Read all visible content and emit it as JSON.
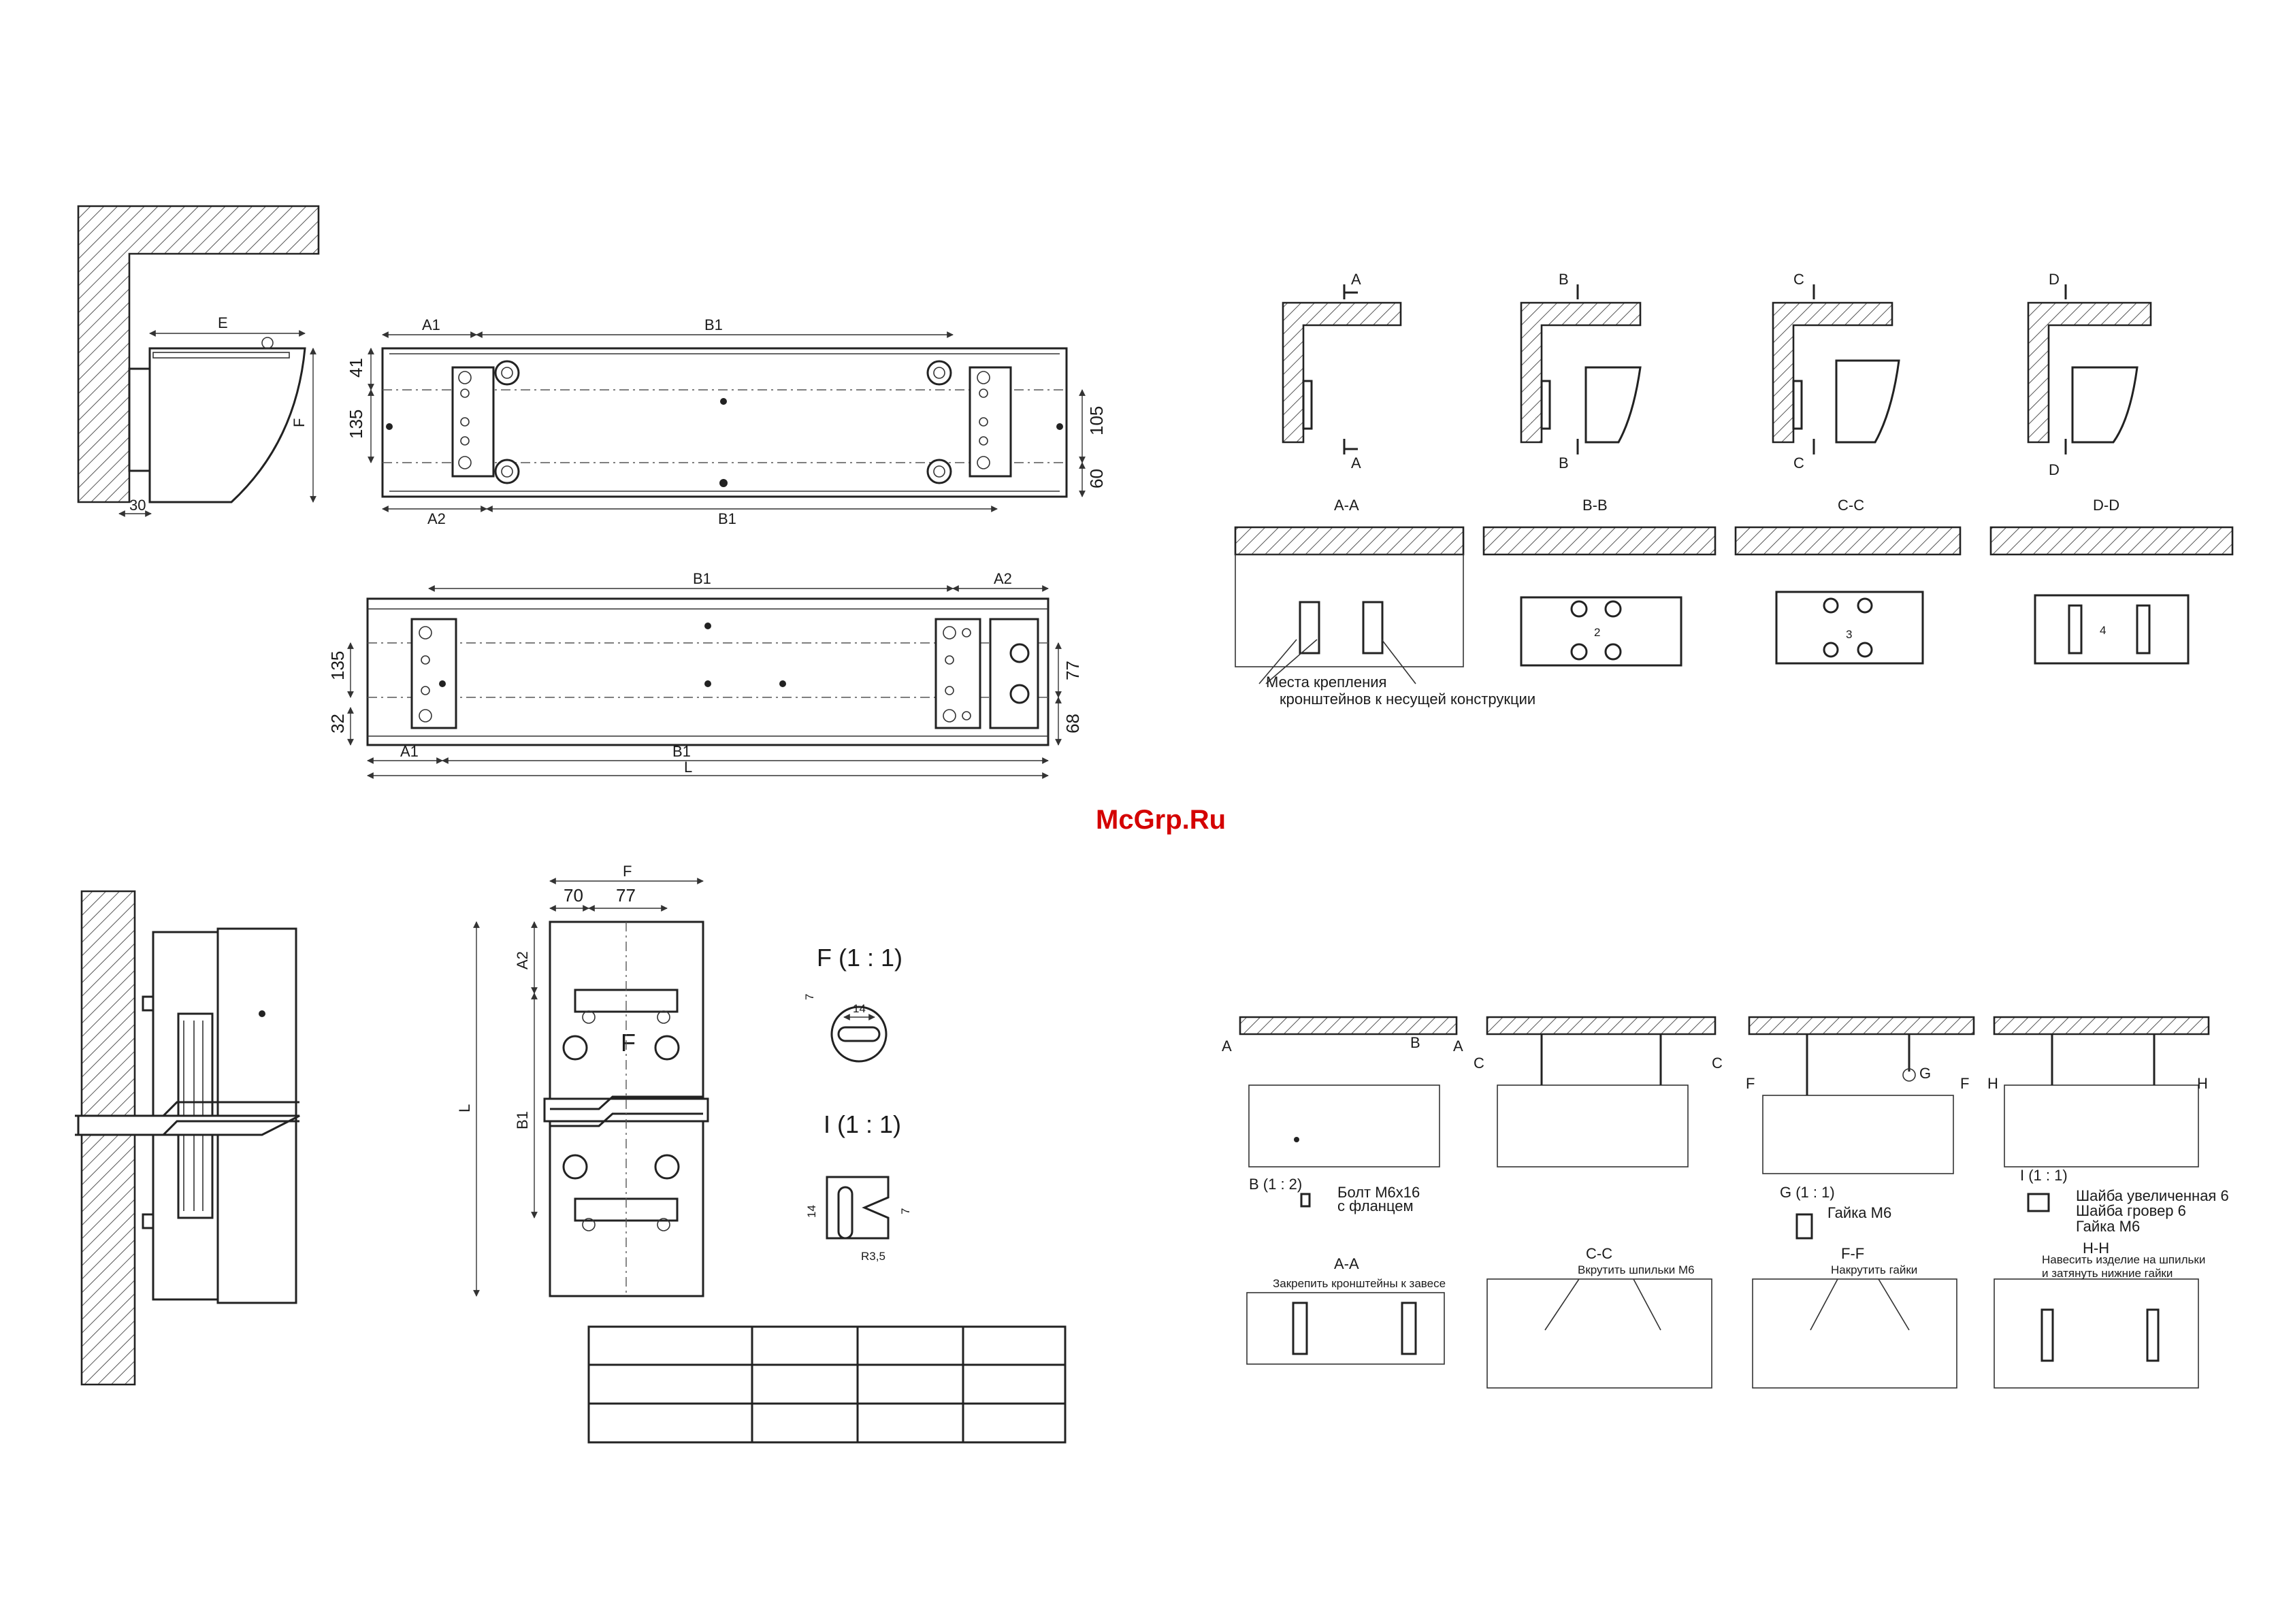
{
  "watermark": "McGrp.Ru",
  "dims": {
    "E": "E",
    "F": "F",
    "A1": "A1",
    "A2": "A2",
    "B1": "B1",
    "L": "L",
    "d30": "30",
    "d41": "41",
    "d135": "135",
    "d105": "105",
    "d60": "60",
    "d77": "77",
    "d32": "32",
    "d68": "68",
    "d70": "70",
    "d14": "14",
    "d7": "7",
    "r35": "R3,5"
  },
  "sections": {
    "A": "A",
    "B": "B",
    "C": "C",
    "D": "D",
    "F": "F",
    "G": "G",
    "H": "H",
    "I": "I",
    "AA": "A-A",
    "BB": "B-B",
    "CC": "C-C",
    "DD": "D-D",
    "FF": "F-F",
    "HH": "H-H",
    "num2": "2",
    "num3": "3",
    "num4": "4"
  },
  "details": {
    "F_scale": "F (1 : 1)",
    "I_scale": "I (1 : 1)",
    "B_scale": "B (1 : 2)",
    "G_scale": "G (1 : 1)",
    "I_scale_small": "I (1 : 1)"
  },
  "notes": {
    "mount_line1": "Места крепления",
    "mount_line2": "кронштейнов к несущей конструкции",
    "bolt_line1": "Болт М6х16",
    "bolt_line2": "с фланцем",
    "nut": "Гайка М6",
    "washer_big": "Шайба увеличенная 6",
    "washer_grover": "Шайба гровер 6",
    "nut2": "Гайка М6",
    "fix_brackets": "Закрепить кронштейны к завесе",
    "screw_studs": "Вкрутить шпильки М6",
    "tighten_nuts": "Накрутить гайки",
    "hang_line1": "Навесить изделие на шпильки",
    "hang_line2": "и затянуть нижние гайки"
  },
  "table": {
    "rows": 3,
    "cols": 4
  }
}
